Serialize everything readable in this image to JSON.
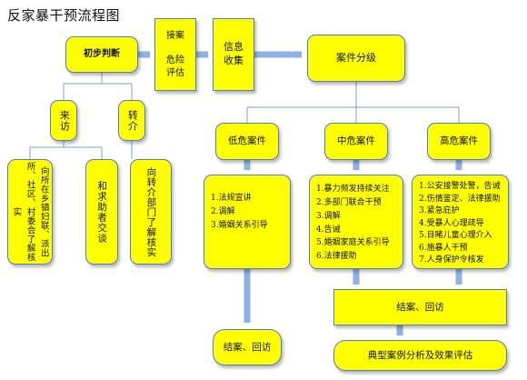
{
  "title": "反家暴干预流程图",
  "colors": {
    "node_fill": "#ffff00",
    "node_border": "#4f7fc8",
    "connector": "#7f9fd6",
    "arrow": "#8fb0e8",
    "text": "#111111"
  },
  "nodes": {
    "initial_judgment": "初步判断",
    "case_intake": "接案\n\n危险\n评估",
    "info_collection": "信息\n收集",
    "case_grading": "案件分级",
    "source_visit": "来访",
    "referral": "转介",
    "source_detail": "向所在乡镇妇联、派出所、社区、村委会了解核实",
    "assist_detail": "和求助者交谈",
    "referral_detail": "向转介部门了解核实",
    "low_risk": "低危案件",
    "mid_risk": "中危案件",
    "high_risk": "高危案件",
    "close_low": "结案、回访",
    "close_mid_high": "结案、回访",
    "case_analysis": "典型案例分析及效果评估"
  },
  "lists": {
    "low": [
      "1.法规宣讲",
      "2.调解",
      "3.婚姻关系引导"
    ],
    "mid": [
      "1.暴力频发持续关注",
      "2.多部门联合干预",
      "3.调解",
      "4.告诫",
      "5.婚姻家庭关系引导",
      "6.法律援助"
    ],
    "high": [
      "1.公安接警处警，告诫",
      "2.伤情鉴定、法律援助",
      "3.紧急庇护",
      "4.受暴人心理疏导",
      "5.目睹儿童心理介入",
      "6.施暴人干预",
      "7.人身保护令核发"
    ]
  }
}
